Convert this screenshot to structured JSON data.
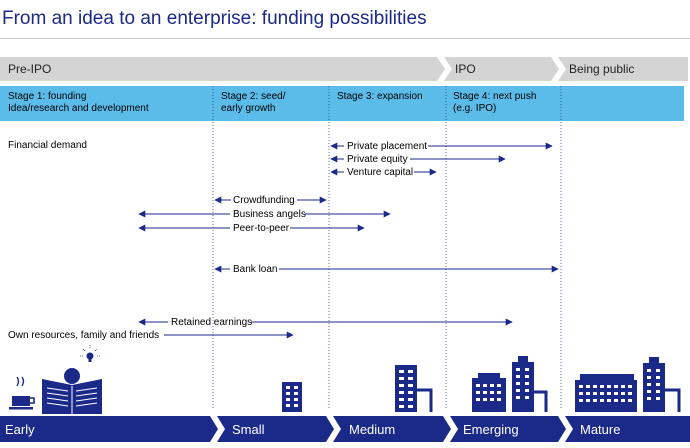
{
  "title": "From an idea to an enterprise: funding possibilities",
  "phases": [
    "Pre-IPO",
    "IPO",
    "Being public"
  ],
  "stages": [
    {
      "line1": "Stage 1: founding",
      "line2": "Idea/research and development"
    },
    {
      "line1": "Stage 2: seed/",
      "line2": "early growth"
    },
    {
      "line1": "Stage 3: expansion",
      "line2": ""
    },
    {
      "line1": "Stage 4: next push",
      "line2": "(e.g. IPO)"
    },
    {
      "line1": "",
      "line2": ""
    }
  ],
  "financial_demand": "Financial demand",
  "funding_sources": [
    {
      "label": "Private placement",
      "from_stage": 3,
      "to_stage": 4
    },
    {
      "label": "Private equity",
      "from_stage": 3,
      "to_stage": 4
    },
    {
      "label": "Venture capital",
      "from_stage": 3,
      "to_stage": 3
    },
    {
      "label": "Crowdfunding",
      "from_stage": 2,
      "to_stage": 2
    },
    {
      "label": "Business angels",
      "from_stage": 1,
      "to_stage": 3
    },
    {
      "label": "Peer-to-peer",
      "from_stage": 1,
      "to_stage": 3
    },
    {
      "label": "Bank loan",
      "from_stage": 2,
      "to_stage": 4
    },
    {
      "label": "Retained earnings",
      "from_stage": 1,
      "to_stage": 4
    },
    {
      "label": "Own resources, family and friends",
      "from_stage": 1,
      "to_stage": 2
    }
  ],
  "company_sizes": [
    "Early",
    "Small",
    "Medium",
    "Emerging",
    "Mature"
  ],
  "colors": {
    "accent": "#1b2a88",
    "stage_band": "#5bbcea",
    "phase_band": "#d4d4d4"
  }
}
